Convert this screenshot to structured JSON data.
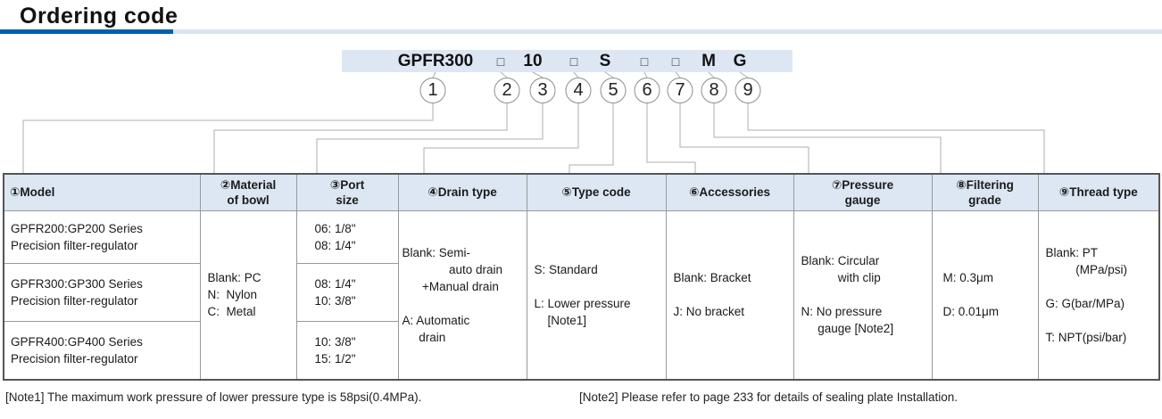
{
  "page": {
    "title": "Ordering code"
  },
  "colors": {
    "accent_dark_blue": "#0060ae",
    "accent_light_blue": "#d9e4f2",
    "panel_blue": "#dce7f3"
  },
  "code": {
    "segments": [
      "GPFR300",
      "□",
      "10",
      "□",
      "S",
      "□",
      "□",
      "M",
      "G"
    ]
  },
  "step_numbers": [
    "1",
    "2",
    "3",
    "4",
    "5",
    "6",
    "7",
    "8",
    "9"
  ],
  "table": {
    "headers": [
      "①Model",
      "②Material\nof bowl",
      "③Port\nsize",
      "④Drain type",
      "⑤Type code",
      "⑥Accessories",
      "⑦Pressure\ngauge",
      "⑧Filtering\ngrade",
      "⑨Thread type"
    ],
    "rows": [
      {
        "model": "GPFR200:GP200 Series\nPrecision filter-regulator",
        "port": "06: 1/8\"\n08: 1/4\""
      },
      {
        "model": "GPFR300:GP300 Series\nPrecision filter-regulator",
        "port": "08: 1/4\"\n10: 3/8\""
      },
      {
        "model": "GPFR400:GP400 Series\nPrecision filter-regulator",
        "port": "10: 3/8\"\n15: 1/2\""
      }
    ],
    "merged": {
      "material": "Blank: PC\nN:  Nylon\nC:  Metal",
      "drain": "Blank: Semi-\n              auto drain\n      +Manual drain\n\nA: Automatic\n     drain",
      "type_code": "S: Standard\n\nL: Lower pressure\n    [Note1]",
      "accessories": "Blank: Bracket\n\nJ: No bracket",
      "pressure": "Blank: Circular\n           with clip\n\nN: No pressure\n     gauge [Note2]",
      "filtering": "M: 0.3μm\n\nD: 0.01μm",
      "thread": "Blank: PT\n         (MPa/psi)\n\nG: G(bar/MPa)\n\nT: NPT(psi/bar)"
    }
  },
  "notes": {
    "note1": "[Note1] The maximum work pressure of lower pressure type is 58psi(0.4MPa).",
    "note2": "[Note2] Please refer to page 233 for details of sealing plate Installation."
  }
}
